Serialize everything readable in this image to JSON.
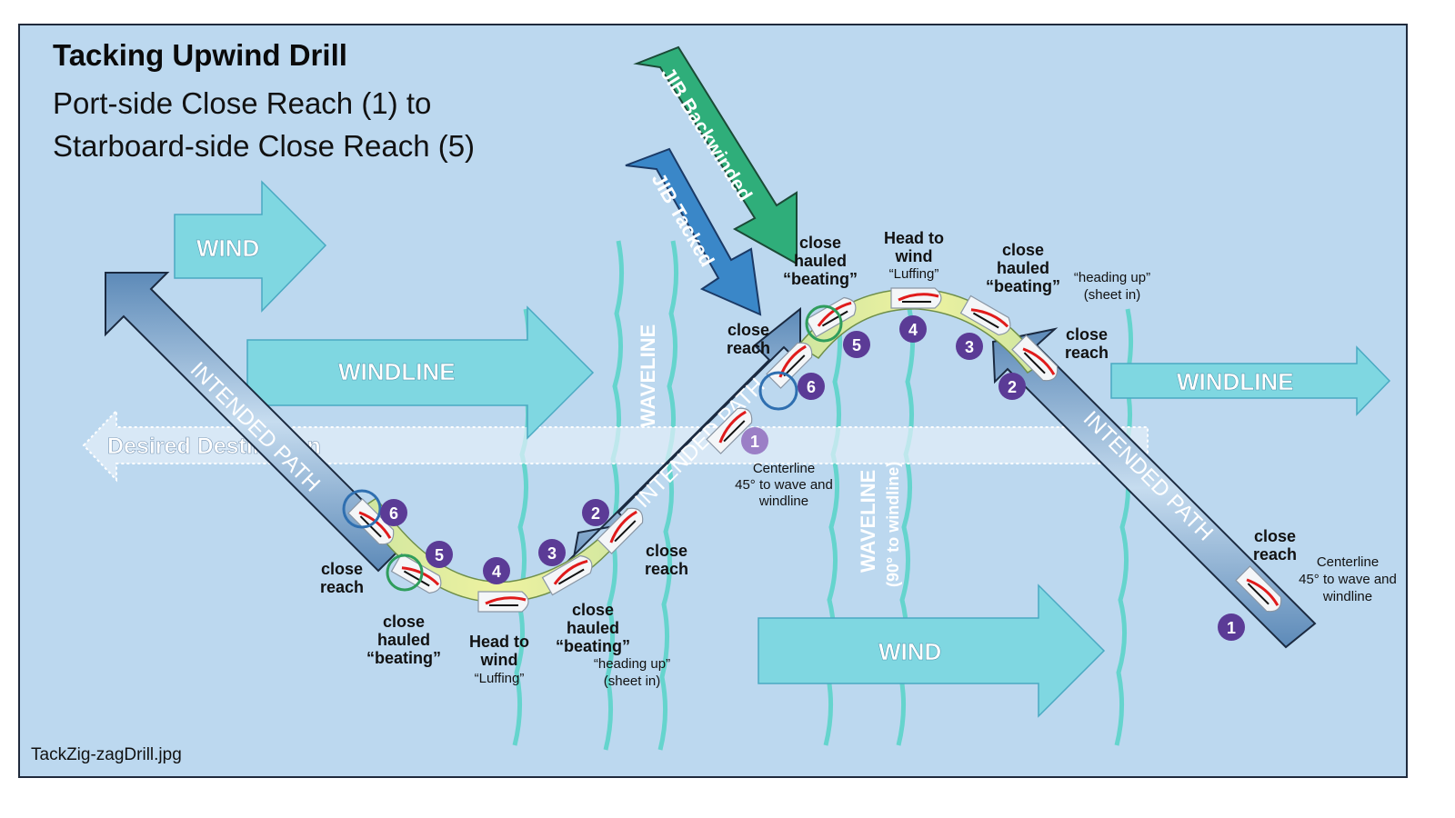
{
  "title": "Tacking Upwind Drill",
  "subtitle_lines": [
    "Port-side Close Reach (1) to",
    "Starboard-side Close Reach (5)"
  ],
  "filename": "TackZig-zagDrill.jpg",
  "colors": {
    "background": "#bcd8ef",
    "frame_border": "#1f2a3c",
    "wind_arrow": "#7fd7e1",
    "jib_tacked": "#3a87c8",
    "jib_backwinded": "#2fae7a",
    "step_badge": "#5b3b96",
    "step_badge_light": "#9b7fc6",
    "circle_blue": "#2f6fb0",
    "circle_green": "#2f9d5c",
    "path_fill": "#dde98f"
  },
  "arrows": {
    "wind_top": "WIND",
    "windline_left": "WINDLINE",
    "windline_right": "WINDLINE",
    "wind_bottom": "WIND",
    "desired_destination": "Desired Destination",
    "jib_tacked": "JIB Tacked",
    "jib_backwinded": "JIB Backwinded",
    "intended_path": "INTENDED PATH"
  },
  "wavelines": {
    "left_label": "WAVELINE",
    "right_label": "WAVELINE",
    "right_sublabel": "(90° to windline)"
  },
  "left_tack": {
    "steps": [
      {
        "n": "6"
      },
      {
        "n": "5"
      },
      {
        "n": "4"
      },
      {
        "n": "3"
      },
      {
        "n": "2"
      },
      {
        "n": "1"
      }
    ],
    "labels": {
      "close_reach_left": [
        "close",
        "reach"
      ],
      "close_hauled_left": [
        "close",
        "hauled",
        "“beating”"
      ],
      "head_to_wind": [
        "Head to",
        "wind"
      ],
      "luffing": "“Luffing”",
      "close_hauled_right": [
        "close",
        "hauled",
        "“beating”"
      ],
      "heading_up": [
        "“heading up”",
        "(sheet in)"
      ],
      "close_reach_right": [
        "close",
        "reach"
      ],
      "centerline": [
        "Centerline",
        "45° to wave and",
        "windline"
      ]
    }
  },
  "right_tack": {
    "steps": [
      {
        "n": "6"
      },
      {
        "n": "5"
      },
      {
        "n": "4"
      },
      {
        "n": "3"
      },
      {
        "n": "2"
      },
      {
        "n": "1"
      }
    ],
    "labels": {
      "close_reach_left": [
        "close",
        "reach"
      ],
      "close_hauled_left": [
        "close",
        "hauled",
        "“beating”"
      ],
      "head_to_wind": [
        "Head to",
        "wind"
      ],
      "luffing": "“Luffing”",
      "close_hauled_right": [
        "close",
        "hauled",
        "“beating”"
      ],
      "heading_up": [
        "“heading up”",
        "(sheet in)"
      ],
      "close_reach_right": [
        "close",
        "reach"
      ],
      "centerline": [
        "Centerline",
        "45° to wave and",
        "windline"
      ],
      "close_reach_far": [
        "close",
        "reach"
      ]
    }
  }
}
